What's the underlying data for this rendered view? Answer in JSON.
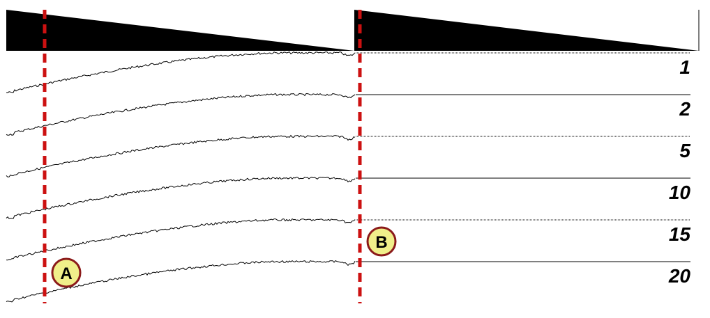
{
  "traces": [
    {
      "label": "1"
    },
    {
      "label": "2"
    },
    {
      "label": "5"
    },
    {
      "label": "10"
    },
    {
      "label": "15"
    },
    {
      "label": "20"
    }
  ],
  "markers": [
    {
      "label": "A"
    },
    {
      "label": "B"
    }
  ],
  "colors": {
    "ramp_fill": "#000000",
    "trace_stroke": "#000000",
    "dashed_line": "#cc1111",
    "marker_fill": "#f0ef8a",
    "marker_stroke": "#8b1a1a"
  }
}
